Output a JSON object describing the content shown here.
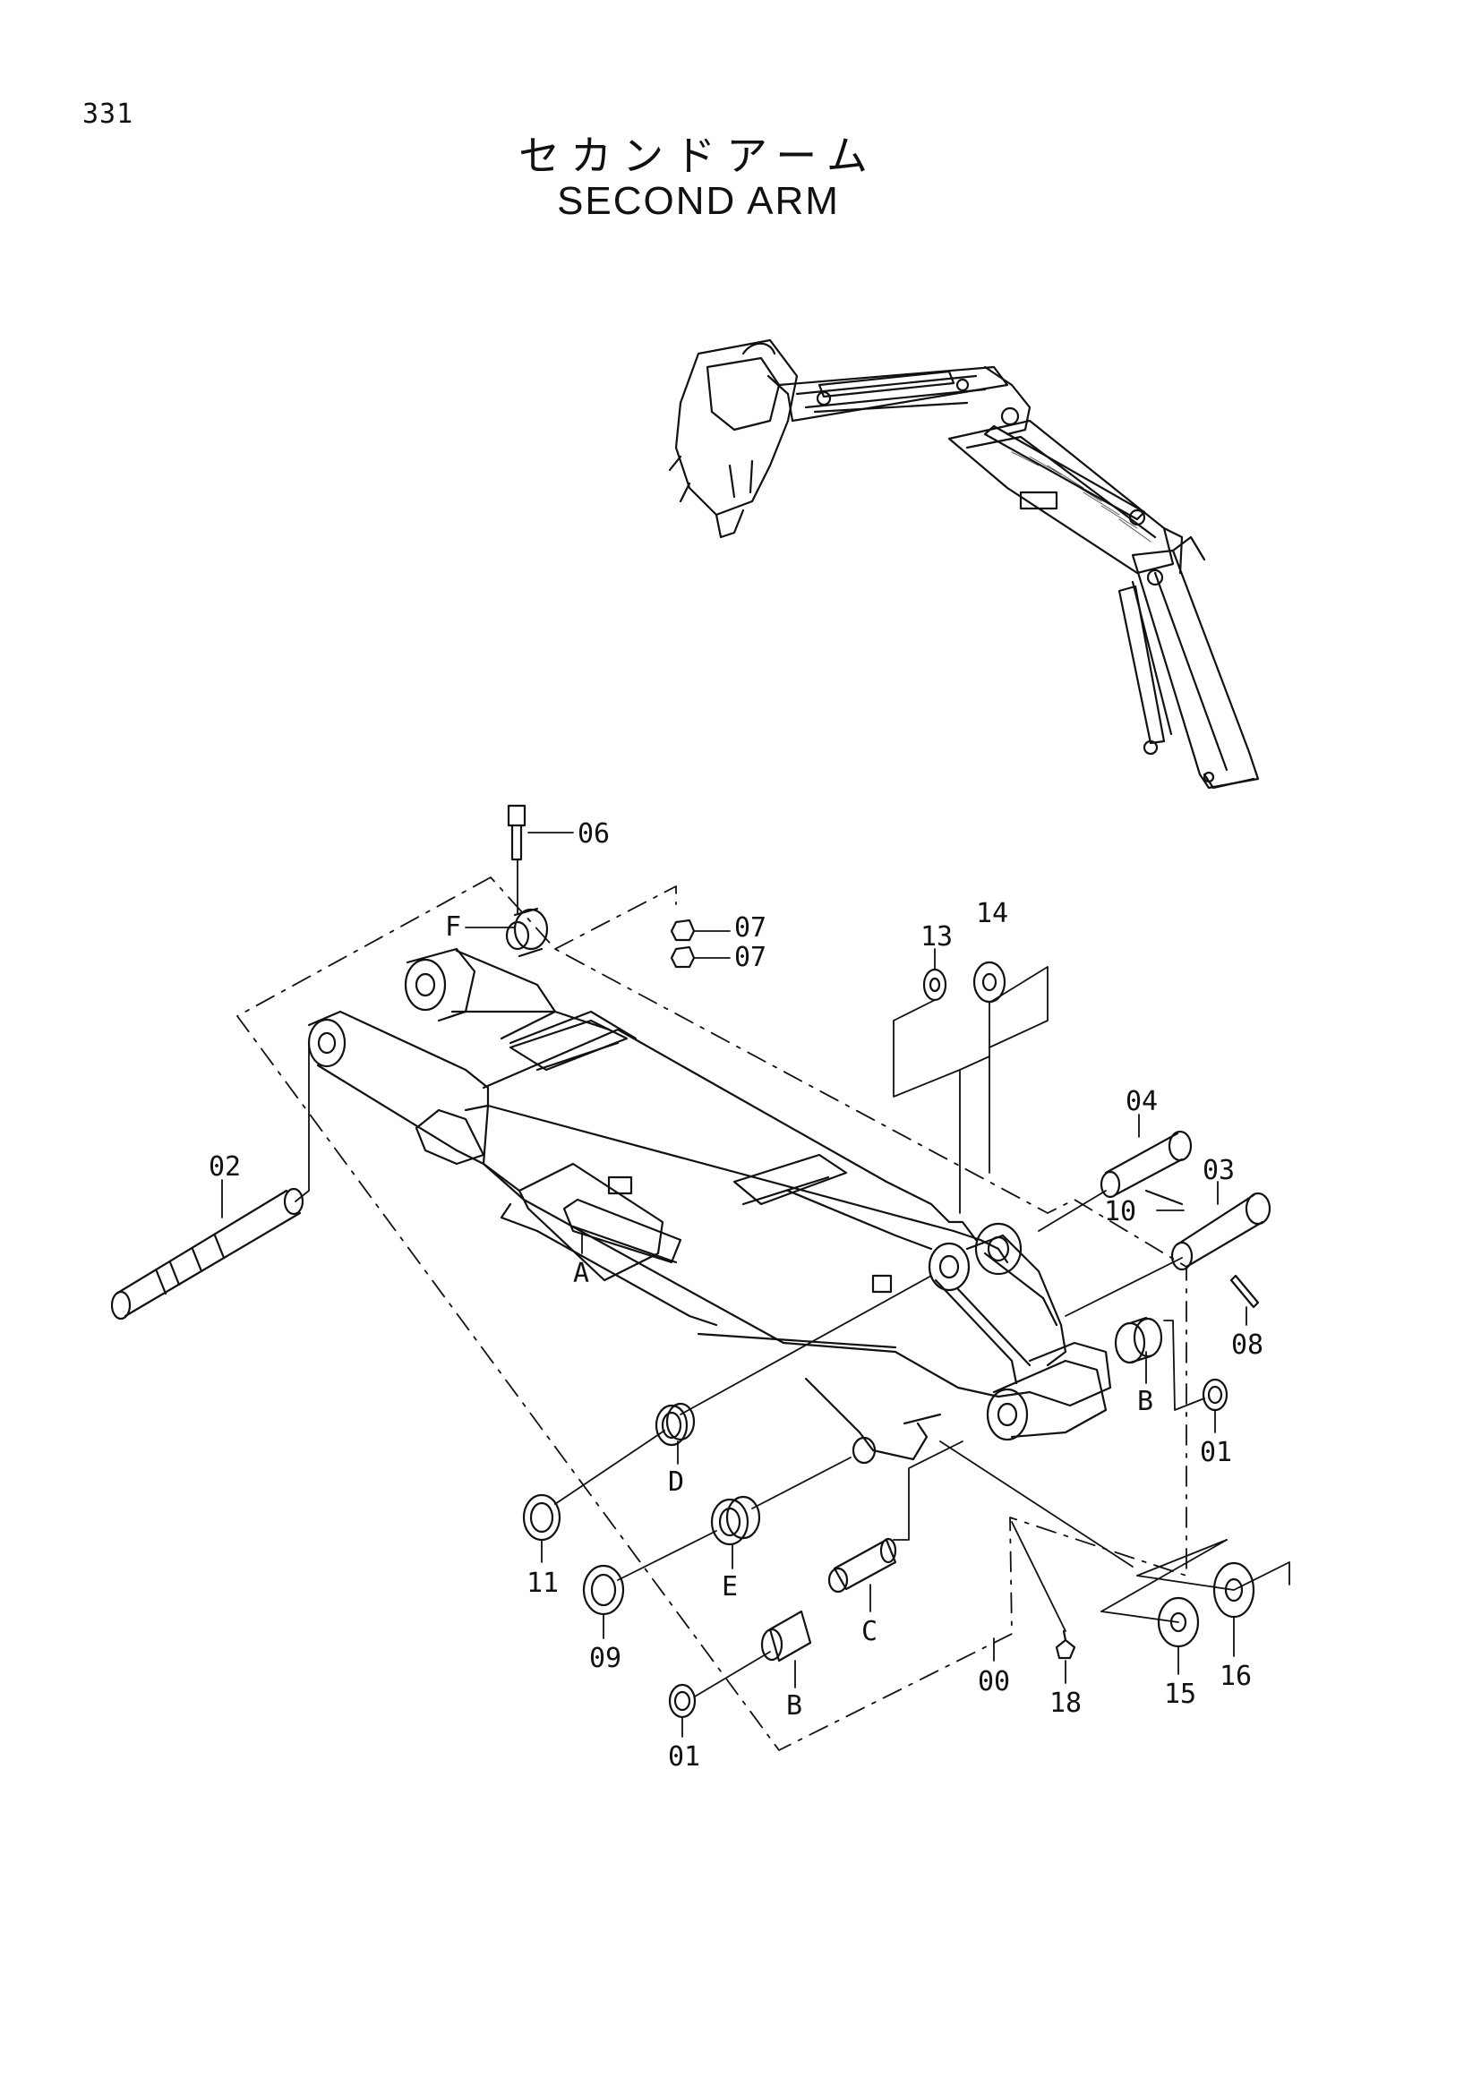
{
  "page_number": "331",
  "title_jp": "セカンドアーム",
  "title_en": "SECOND  ARM",
  "callouts": {
    "c06": "06",
    "cF": "F",
    "c07a": "07",
    "c07b": "07",
    "c13": "13",
    "c14": "14",
    "c04": "04",
    "c02": "02",
    "c10": "10",
    "c03": "03",
    "cA": "A",
    "c08": "08",
    "cB1": "B",
    "c01a": "01",
    "c11": "11",
    "cD": "D",
    "cE": "E",
    "c09": "09",
    "cC": "C",
    "cB2": "B",
    "c00": "00",
    "c18": "18",
    "c15": "15",
    "c16": "16",
    "c01b": "01"
  }
}
